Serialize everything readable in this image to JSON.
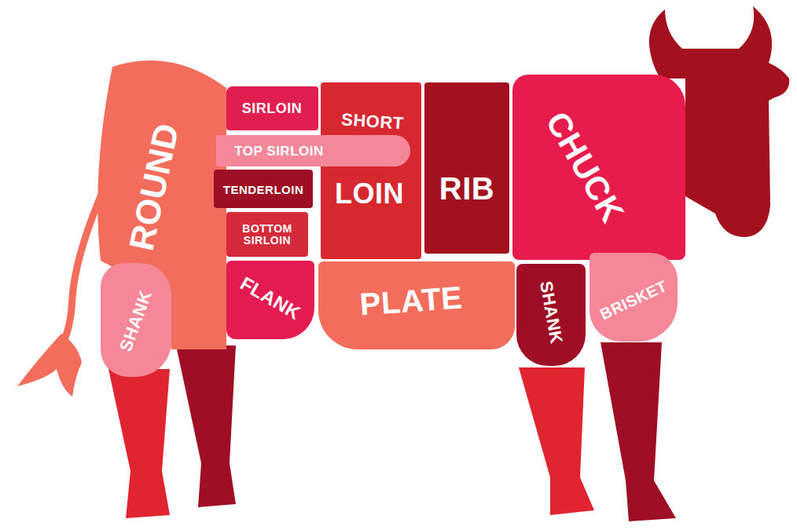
{
  "diagram": {
    "nodes": [
      {
        "text": [
          "ROUND"
        ]
      },
      {
        "text": [
          "SIRLOIN"
        ]
      },
      {
        "text": [
          "SHORT",
          "LOIN"
        ]
      },
      {
        "text": [
          "TOP SIRLOIN"
        ]
      },
      {
        "text": [
          "TENDERLOIN"
        ]
      },
      {
        "text": [
          "BOTTOM SIRLOIN"
        ]
      },
      {
        "text": [
          "FLANK"
        ]
      },
      {
        "text": [
          "PLATE"
        ]
      },
      {
        "text": [
          "RIB"
        ]
      },
      {
        "text": [
          "CHUCK"
        ]
      },
      {
        "text": [
          "SHANK"
        ]
      },
      {
        "text": [
          "BRISKET"
        ]
      },
      {
        "text": [
          "SHANK"
        ]
      }
    ]
  }
}
